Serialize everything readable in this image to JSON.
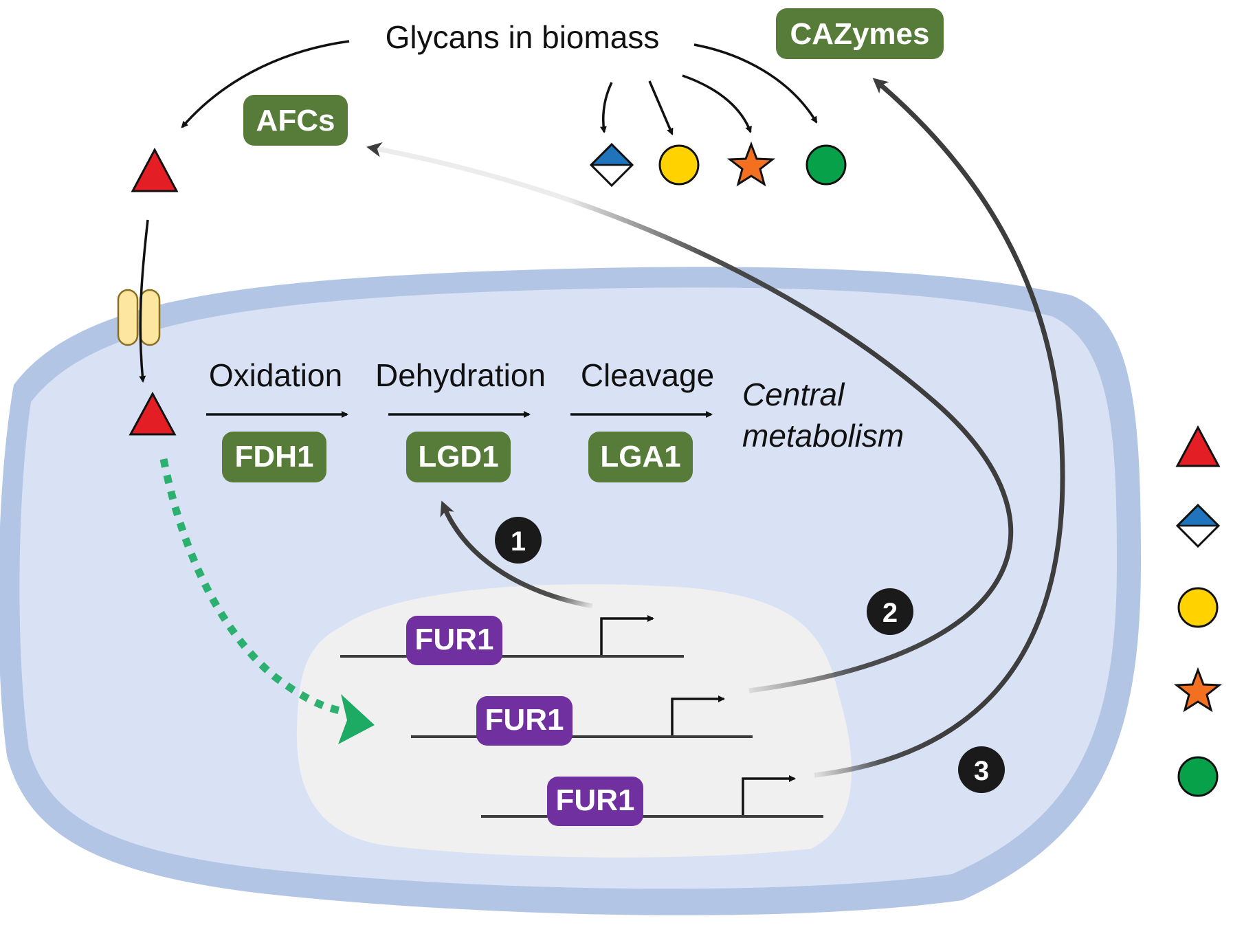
{
  "header": {
    "source_label": "Glycans in biomass",
    "cazymes_label": "CAZymes",
    "afcs_label": "AFCs"
  },
  "pathway": {
    "steps": [
      {
        "label": "Oxidation",
        "enzyme": "FDH1"
      },
      {
        "label": "Dehydration",
        "enzyme": "LGD1"
      },
      {
        "label": "Cleavage",
        "enzyme": "LGA1"
      }
    ],
    "endpoint_line1": "Central",
    "endpoint_line2": "metabolism"
  },
  "regulator": {
    "name": "FUR1",
    "targets": [
      {
        "number": "1"
      },
      {
        "number": "2"
      },
      {
        "number": "3"
      }
    ]
  },
  "colors": {
    "enzyme_box": "#577c39",
    "regulator_box": "#7030a0",
    "cell_wall": "#b3c5e5",
    "cytoplasm": "#d9e2f4",
    "nucleus": "#f0f0f0",
    "sugar_red": "#e31e25",
    "sugar_blue": "#1f74bb",
    "sugar_yellow": "#ffd200",
    "sugar_orange": "#f37021",
    "sugar_green": "#07a14a",
    "signal_arrow": "#1dab63",
    "transporter": "#fde7a0"
  },
  "legend_icons": [
    "triangle-icon",
    "diamond-icon",
    "circle-icon",
    "star-icon",
    "circle-icon"
  ]
}
